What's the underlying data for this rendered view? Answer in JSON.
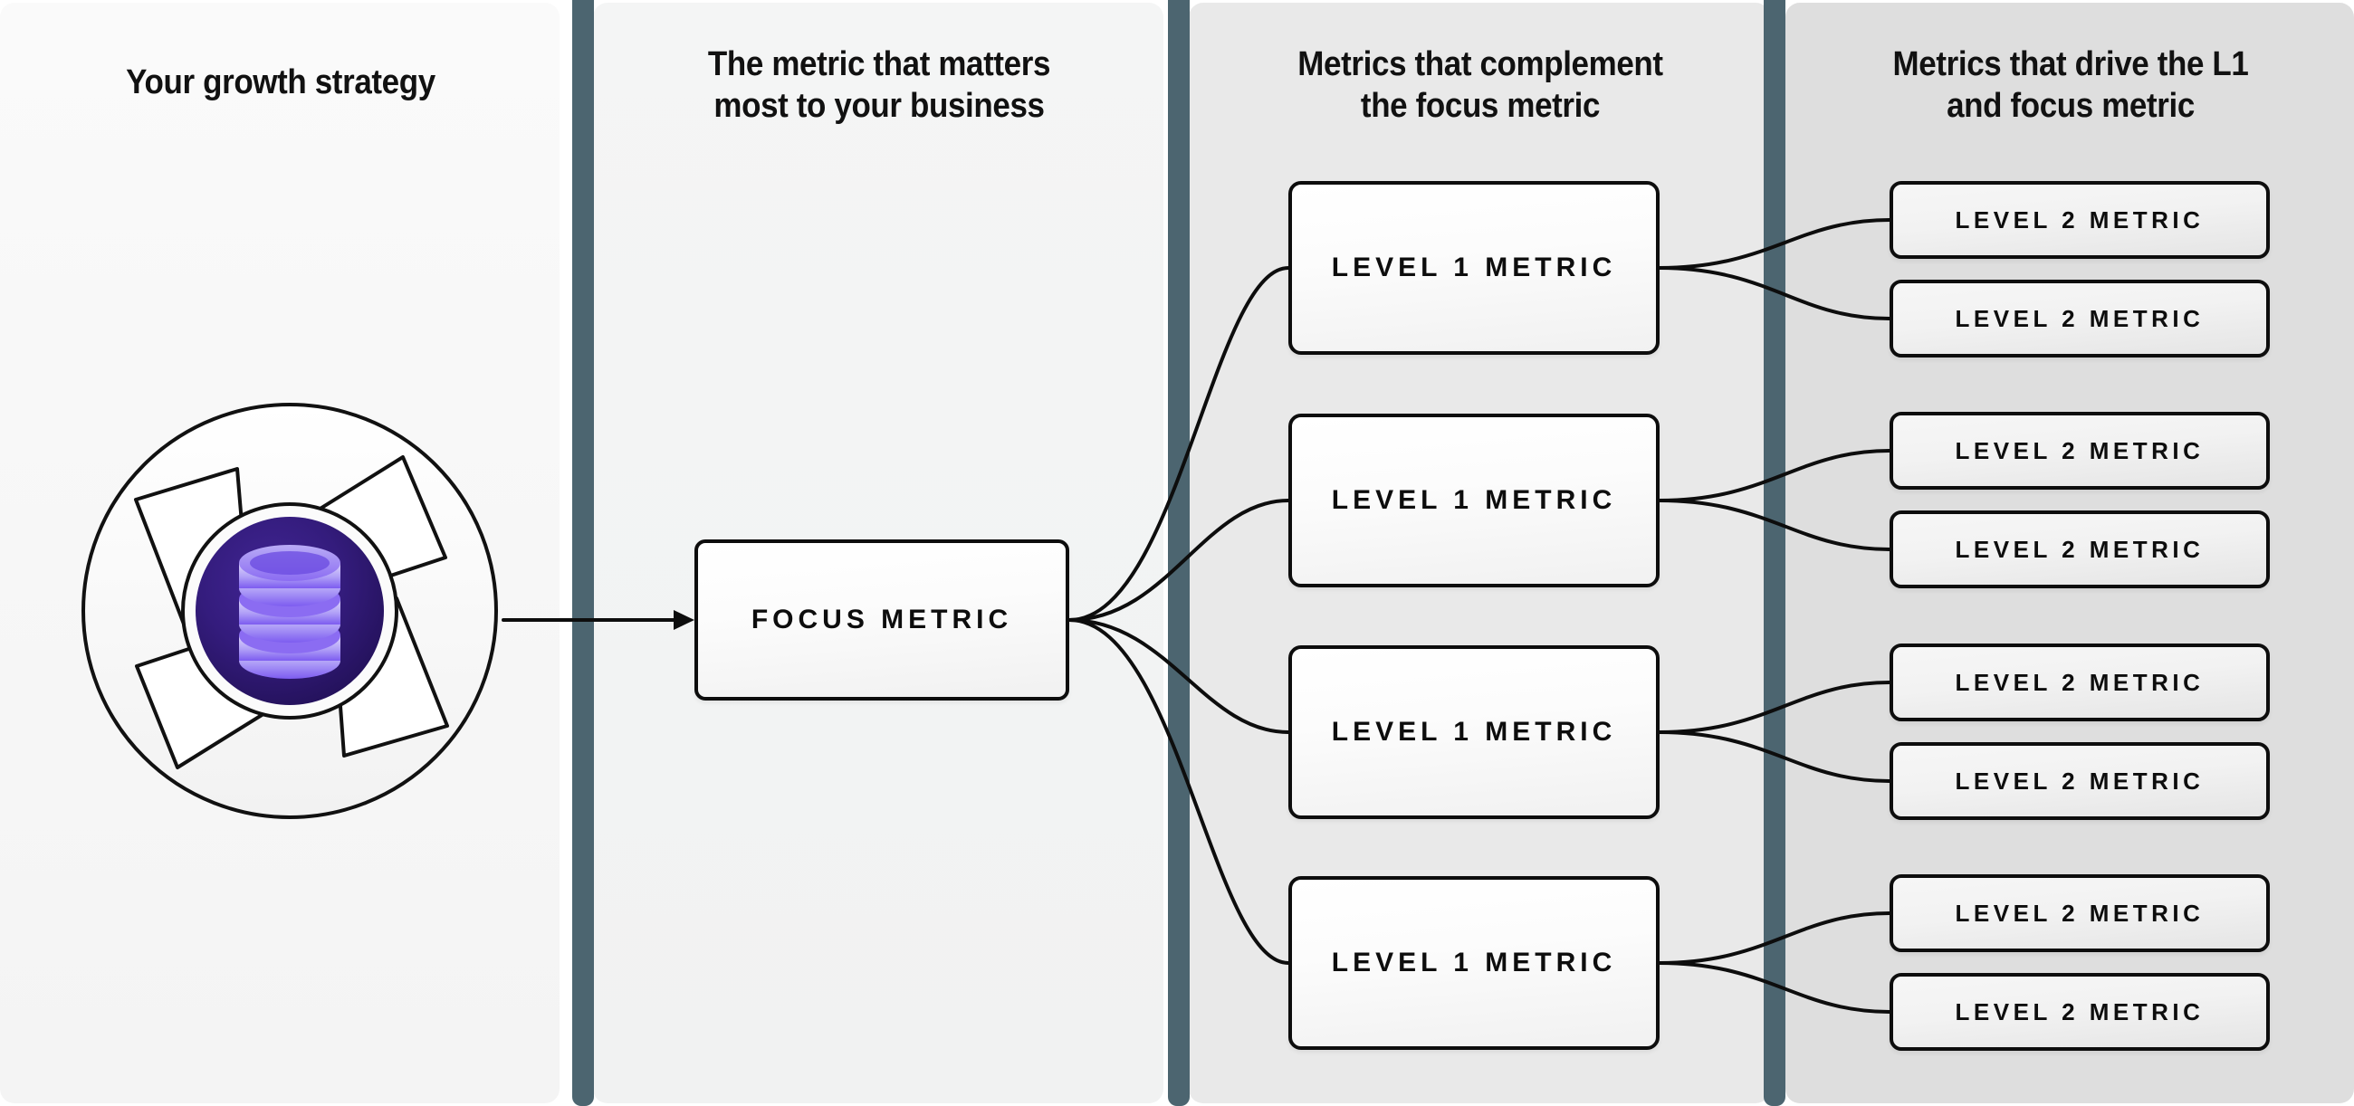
{
  "diagram": {
    "title": "Growth strategy metric tree",
    "colors": {
      "divider": "#4c6570",
      "node_border": "#0d0d0d",
      "emblem_core_dark": "#2b1768",
      "emblem_core_mid": "#3a1f8c",
      "emblem_db_body": "#7b5cf0",
      "emblem_db_highlight": "#cfc4f8",
      "panel_1_bg": "#fafafa",
      "panel_2_bg": "#f3f4f4",
      "panel_3_bg": "#e9e9e9",
      "panel_4_bg": "#dedede"
    }
  },
  "columns": [
    {
      "id": "growth-strategy",
      "heading": "Your growth strategy"
    },
    {
      "id": "focus-metric",
      "heading": "The metric that matters\nmost to your business"
    },
    {
      "id": "level-1-metrics",
      "heading": "Metrics that complement\nthe focus metric"
    },
    {
      "id": "level-2-metrics",
      "heading": "Metrics that drive the L1\nand focus metric"
    }
  ],
  "emblem": {
    "name": "growth-strategy-emblem",
    "icon": "database-stack-icon",
    "outer_shape": "pinwheel-aperture-circle"
  },
  "focus_node": {
    "label": "FOCUS METRIC"
  },
  "level_1_nodes": [
    {
      "label": "LEVEL 1 METRIC"
    },
    {
      "label": "LEVEL 1 METRIC"
    },
    {
      "label": "LEVEL 1 METRIC"
    },
    {
      "label": "LEVEL 1 METRIC"
    }
  ],
  "level_2_nodes": [
    {
      "label": "LEVEL 2 METRIC"
    },
    {
      "label": "LEVEL 2 METRIC"
    },
    {
      "label": "LEVEL 2 METRIC"
    },
    {
      "label": "LEVEL 2 METRIC"
    },
    {
      "label": "LEVEL 2 METRIC"
    },
    {
      "label": "LEVEL 2 METRIC"
    },
    {
      "label": "LEVEL 2 METRIC"
    },
    {
      "label": "LEVEL 2 METRIC"
    }
  ]
}
